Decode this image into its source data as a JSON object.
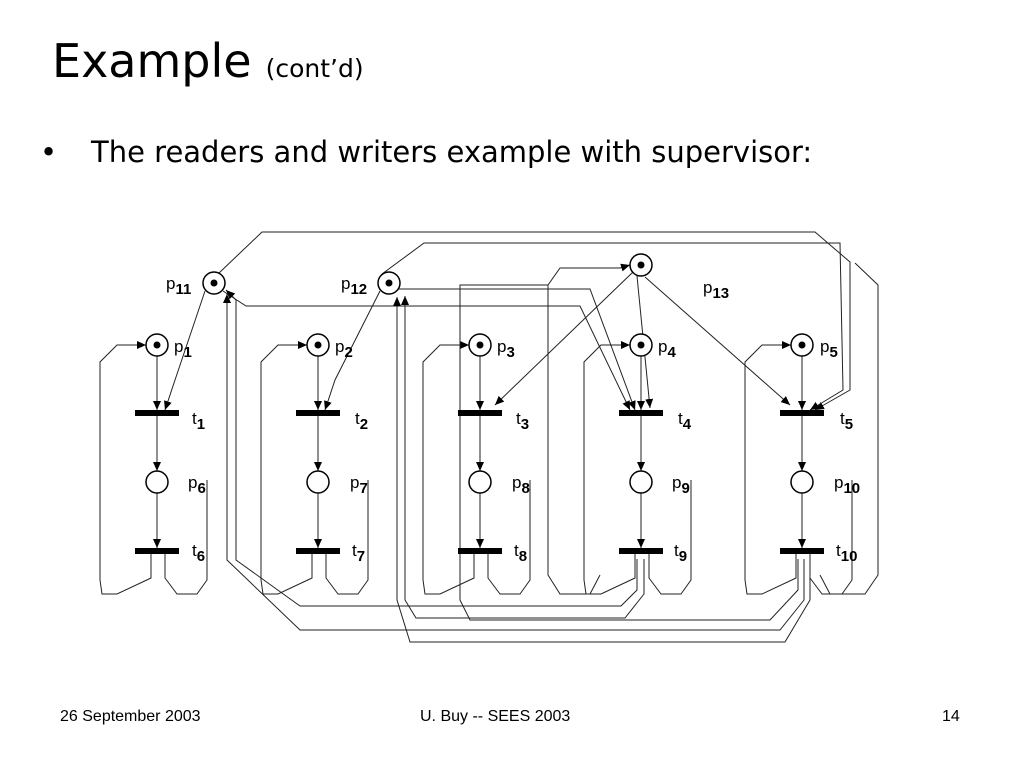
{
  "slide": {
    "title": "Example",
    "title_suffix": "(cont’d)",
    "bullet_marker": "•",
    "bullet": "The readers and writers example with supervisor:"
  },
  "footer": {
    "date": "26 September 2003",
    "conference": "U. Buy -- SEES 2003",
    "page": "14"
  },
  "diagram": {
    "places": [
      {
        "name": "p",
        "sub": "1",
        "marked": true
      },
      {
        "name": "p",
        "sub": "2",
        "marked": true
      },
      {
        "name": "p",
        "sub": "3",
        "marked": true
      },
      {
        "name": "p",
        "sub": "4",
        "marked": true
      },
      {
        "name": "p",
        "sub": "5",
        "marked": true
      },
      {
        "name": "p",
        "sub": "6",
        "marked": false
      },
      {
        "name": "p",
        "sub": "7",
        "marked": false
      },
      {
        "name": "p",
        "sub": "8",
        "marked": false
      },
      {
        "name": "p",
        "sub": "9",
        "marked": false
      },
      {
        "name": "p",
        "sub": "10",
        "marked": false
      },
      {
        "name": "p",
        "sub": "11",
        "marked": true
      },
      {
        "name": "p",
        "sub": "12",
        "marked": true
      },
      {
        "name": "p",
        "sub": "13",
        "marked": true
      }
    ],
    "transitions": [
      {
        "name": "t",
        "sub": "1"
      },
      {
        "name": "t",
        "sub": "2"
      },
      {
        "name": "t",
        "sub": "3"
      },
      {
        "name": "t",
        "sub": "4"
      },
      {
        "name": "t",
        "sub": "5"
      },
      {
        "name": "t",
        "sub": "6"
      },
      {
        "name": "t",
        "sub": "7"
      },
      {
        "name": "t",
        "sub": "8"
      },
      {
        "name": "t",
        "sub": "9"
      },
      {
        "name": "t",
        "sub": "10"
      }
    ]
  }
}
